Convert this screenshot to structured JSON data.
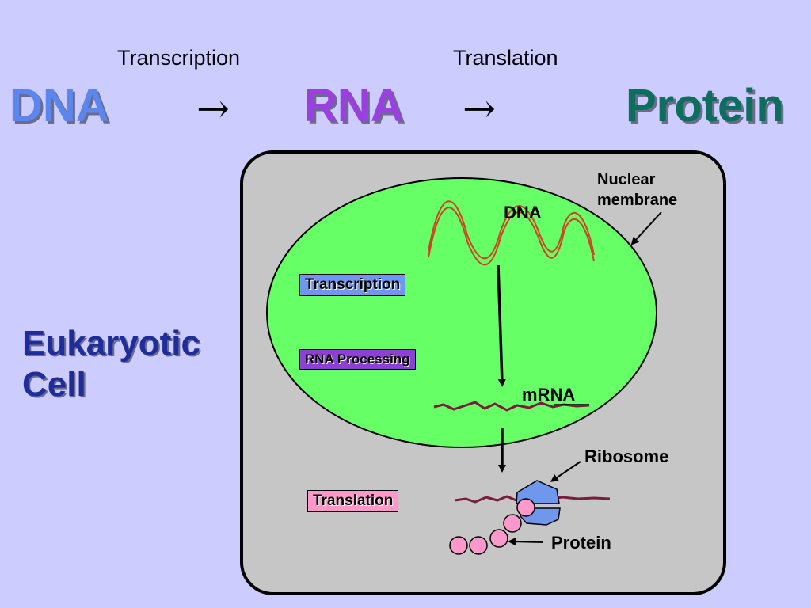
{
  "flow": {
    "step1_label": "Transcription",
    "step2_label": "Translation",
    "dna": "DNA",
    "rna": "RNA",
    "protein": "Protein",
    "arrow": "→"
  },
  "side_title": {
    "line1": "Eukaryotic",
    "line2": "Cell"
  },
  "cell": {
    "nuclear_membrane_line1": "Nuclear",
    "nuclear_membrane_line2": "membrane",
    "dna_label": "DNA",
    "mrna_label": "mRNA",
    "ribosome_label": "Ribosome",
    "protein_label": "Protein",
    "transcription_box": "Transcription",
    "rna_processing_box": "RNA Processing",
    "translation_box": "Translation"
  },
  "colors": {
    "background": "#ccccff",
    "dna": "#5b86ee",
    "rna": "#9b3fe0",
    "protein": "#0e6e5e",
    "nucleus": "#66ff66",
    "cell": "#c6c6c6",
    "transcription_box": "#6f97ee",
    "rna_processing_box": "#8e3fd6",
    "translation_box": "#ff99cc",
    "ribosome": "#6f97ee",
    "protein_bead": "#ff99cc",
    "mrna_strand": "#7a1c3c",
    "dna_strand": "#cc4422"
  }
}
